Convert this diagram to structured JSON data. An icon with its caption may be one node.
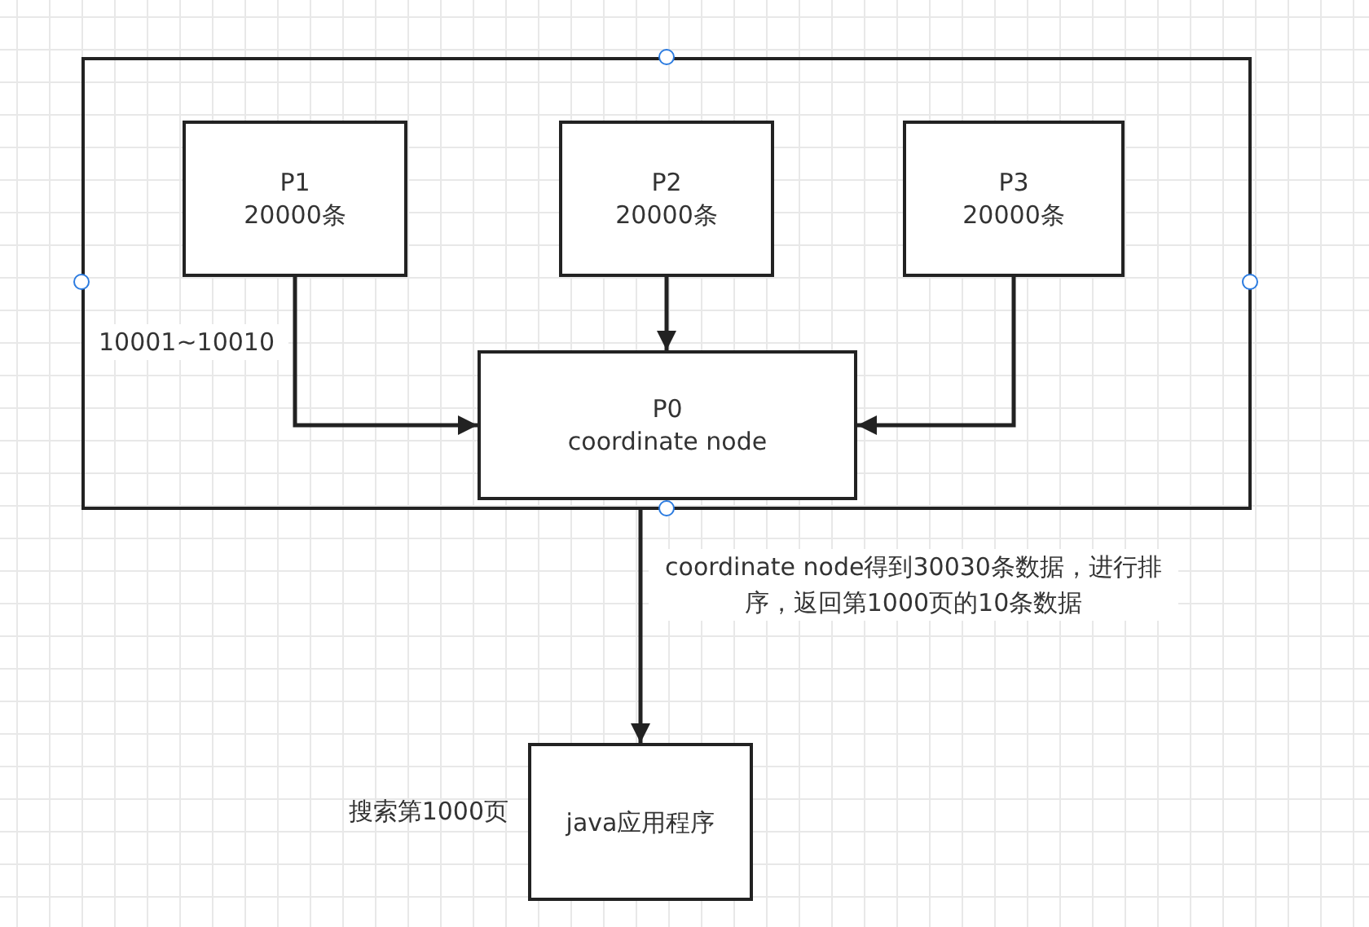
{
  "diagram": {
    "nodes": [
      {
        "text": [],
        "shape": "box"
      },
      {
        "text": [
          "P1",
          "20000条"
        ],
        "in": 0
      },
      {
        "text": [
          "P2",
          "20000条"
        ],
        "in": 0
      },
      {
        "text": [
          "P3",
          "20000条"
        ],
        "in": 0
      },
      {
        "text": [
          "P0",
          "coordinate node"
        ],
        "in": 0
      },
      {
        "text": [
          "java应用程序"
        ],
        "beside": [
          "搜索第1000页"
        ]
      }
    ],
    "edges": [
      {
        "from": 1,
        "to": 4,
        "arrow": "to",
        "label": "10001~10010"
      },
      {
        "from": 2,
        "to": 4,
        "arrow": "to"
      },
      {
        "from": 3,
        "to": 4,
        "arrow": "to"
      },
      {
        "from": 0,
        "to": 5,
        "arrow": "to",
        "label": "coordinate node得到30030条数据，进行排序，返回第1000页的10条数据"
      }
    ]
  }
}
